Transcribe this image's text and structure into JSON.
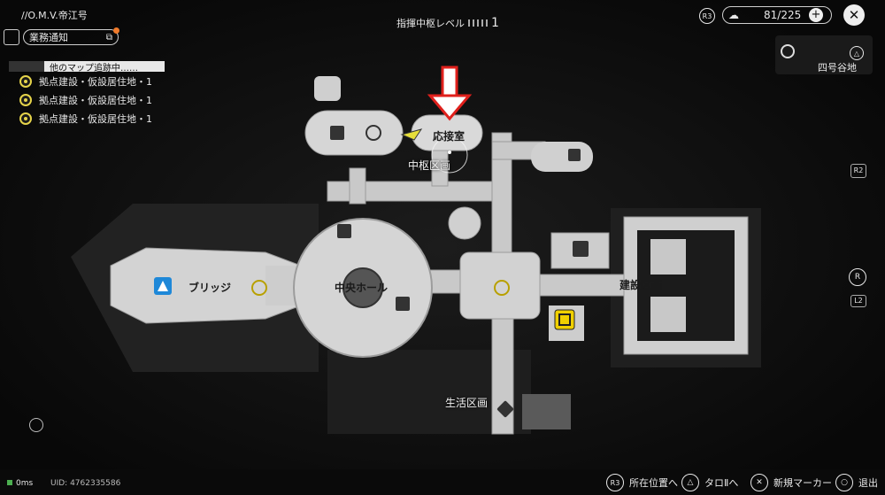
{
  "header": {
    "ship_name": "//O.M.V.帝江号",
    "center_title": "指揮中枢レベル",
    "center_level": "1",
    "r3_label": "R3",
    "counter": "81/225"
  },
  "work_notice": {
    "label": "業務通知"
  },
  "quests": {
    "tracking_label": "他のマップ追跡中……",
    "items": [
      {
        "label": "拠点建設・仮設居住地・1"
      },
      {
        "label": "拠点建設・仮設居住地・1"
      },
      {
        "label": "拠点建設・仮設居住地・1"
      }
    ]
  },
  "minimap": {
    "location": "四号谷地"
  },
  "side_buttons": {
    "r2": "R2",
    "r": "R",
    "l2": "L2"
  },
  "map_labels": {
    "reception": "応接室",
    "central_block": "中枢区画",
    "central_hall": "中央ホール",
    "bridge": "ブリッジ",
    "construction_block": "建設区画",
    "living_block": "生活区画"
  },
  "footer": {
    "ping": "0ms",
    "uid": "UID: 4762335586",
    "actions": [
      {
        "button": "R3",
        "label": "所在位置へ"
      },
      {
        "button": "△",
        "label": "タロⅡへ"
      },
      {
        "button": "✕",
        "label": "新規マーカー"
      },
      {
        "button": "○",
        "label": "退出"
      }
    ]
  },
  "colors": {
    "accent_yellow": "#f0d000",
    "highlight_blue": "#1e88d8",
    "arrow_red": "#e0201c"
  }
}
